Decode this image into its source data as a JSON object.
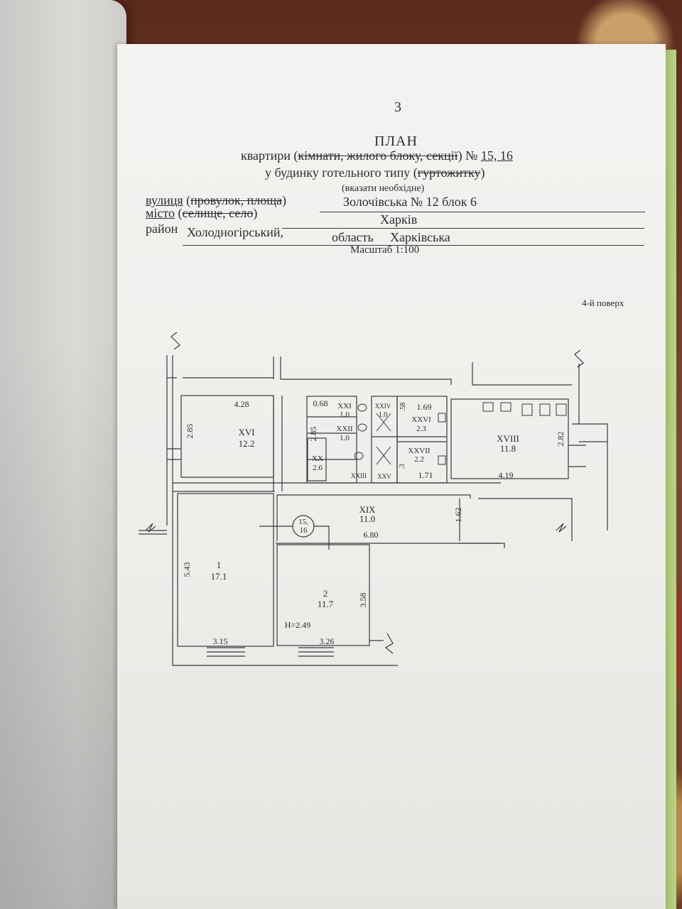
{
  "header": {
    "page_number": "3",
    "title": "ПЛАН",
    "line1_prefix": "квартири (",
    "line1_strike": "кімнати, жилого блоку, секції",
    "line1_suffix": ") №",
    "line1_number": "15, 16",
    "line2_prefix": "у будинку готельного типу (",
    "line2_strike": "гуртожитку",
    "line2_suffix": ")",
    "note": "(вказати необхідне)"
  },
  "address": {
    "street_label": "вулиця",
    "street_strike": "провулок, площа",
    "street_value": "Золочівська  № 12 блок 6",
    "city_label": "місто",
    "city_strike": "селище, село",
    "city_value": "Харків",
    "district_label": "район",
    "district_value": "Холодногірський,",
    "region_label": "область",
    "region_value": "Харківська",
    "scale": "Масштаб 1:100"
  },
  "floor": "4-й поверх",
  "plan": {
    "rooms": [
      {
        "id": "XVI",
        "area": "12.2"
      },
      {
        "id": "XXI",
        "area": "1.0"
      },
      {
        "id": "XXII",
        "area": "1.0"
      },
      {
        "id": "XX",
        "area": "2.6"
      },
      {
        "id": "XXIII",
        "area": ""
      },
      {
        "id": "XXIV",
        "area": "1.0"
      },
      {
        "id": "XXV",
        "area": ""
      },
      {
        "id": "XXVI",
        "area": "2.3"
      },
      {
        "id": "XXVII",
        "area": "2.2"
      },
      {
        "id": "XVIII",
        "area": "11.8"
      },
      {
        "id": "XIX",
        "area": "11.0"
      },
      {
        "id": "1",
        "area": "17.1"
      },
      {
        "id": "2",
        "area": "11.7"
      }
    ],
    "dimensions": [
      "4.28",
      "2.85",
      "0.68",
      "2.85",
      "1.69",
      "2.82",
      "4.19",
      "1.71",
      "1.62",
      "6.80",
      "5.43",
      "3.15",
      "3.58",
      "3.26",
      ".58",
      ".3"
    ],
    "height": "H=2.49",
    "flat_marker": [
      "15,",
      "16"
    ]
  }
}
